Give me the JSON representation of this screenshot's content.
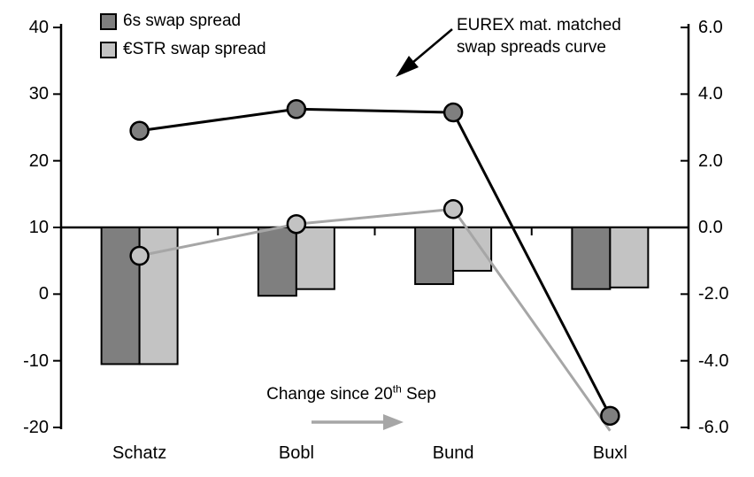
{
  "legend": {
    "items": [
      {
        "label": "6s swap spread",
        "swatch_color": "#7f7f7f"
      },
      {
        "label": "€STR swap spread",
        "swatch_color": "#c3c3c3"
      }
    ]
  },
  "annotations": {
    "curve": {
      "line1": "EUREX mat. matched",
      "line2": "swap spreads curve"
    },
    "change": {
      "prefix": "Change since 20",
      "sup": "th",
      "suffix": " Sep"
    }
  },
  "colors": {
    "dark_gray": "#7f7f7f",
    "light_gray": "#c3c3c3",
    "line_black": "#000000",
    "line_gray": "#a6a6a6",
    "axis_black": "#000000"
  },
  "chart_data": {
    "type": "combo-bar-line",
    "categories": [
      "Schatz",
      "Bobl",
      "Bund",
      "Buxl"
    ],
    "axes": {
      "left": {
        "tick_labels": [
          "40",
          "30",
          "20",
          "10",
          "0",
          "-10",
          "-20"
        ],
        "range": [
          -20,
          40
        ],
        "grid": false
      },
      "right": {
        "tick_labels": [
          "6.0",
          "4.0",
          "2.0",
          "0.0",
          "-2.0",
          "-4.0",
          "-6.0"
        ],
        "range": [
          -6.0,
          6.0
        ],
        "grid": false
      }
    },
    "baseline_right_value": 0.0,
    "bar_series": [
      {
        "name": "6s swap spread (change since 20th Sep)",
        "axis": "right",
        "color": "#7f7f7f",
        "values": [
          -4.1,
          -2.05,
          -1.7,
          -1.85
        ]
      },
      {
        "name": "€STR swap spread (change since 20th Sep)",
        "axis": "right",
        "color": "#c3c3c3",
        "values": [
          -4.1,
          -1.85,
          -1.3,
          -1.8
        ]
      }
    ],
    "line_series": [
      {
        "name": "€STR swap spread curve",
        "axis": "right",
        "color": "#a6a6a6",
        "marker_fill": "#c3c3c3",
        "values": [
          -0.85,
          0.1,
          0.55,
          -6.1
        ],
        "markers": [
          true,
          true,
          true,
          false
        ]
      },
      {
        "name": "6s swap spread curve (EUREX mat. matched)",
        "axis": "right",
        "color": "#000000",
        "marker_fill": "#7f7f7f",
        "values": [
          2.9,
          3.55,
          3.45,
          -5.65
        ],
        "markers": [
          true,
          true,
          true,
          true
        ]
      }
    ],
    "legend_position": "top-left"
  }
}
